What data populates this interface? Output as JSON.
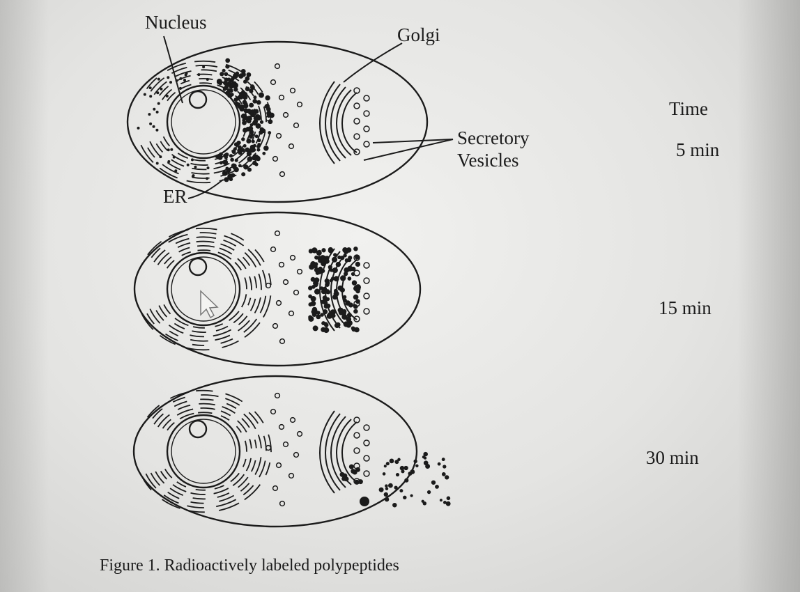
{
  "labels": {
    "nucleus": "Nucleus",
    "golgi": "Golgi",
    "secretory": "Secretory",
    "vesicles": "Vesicles",
    "er": "ER",
    "time": "Time"
  },
  "panels": [
    {
      "time": "5 min"
    },
    {
      "time": "15 min"
    },
    {
      "time": "30 min"
    }
  ],
  "caption": "Figure 1. Radioactively labeled polypeptides",
  "colors": {
    "ink": "#1b1b1b",
    "paper": "#ebebe9"
  }
}
